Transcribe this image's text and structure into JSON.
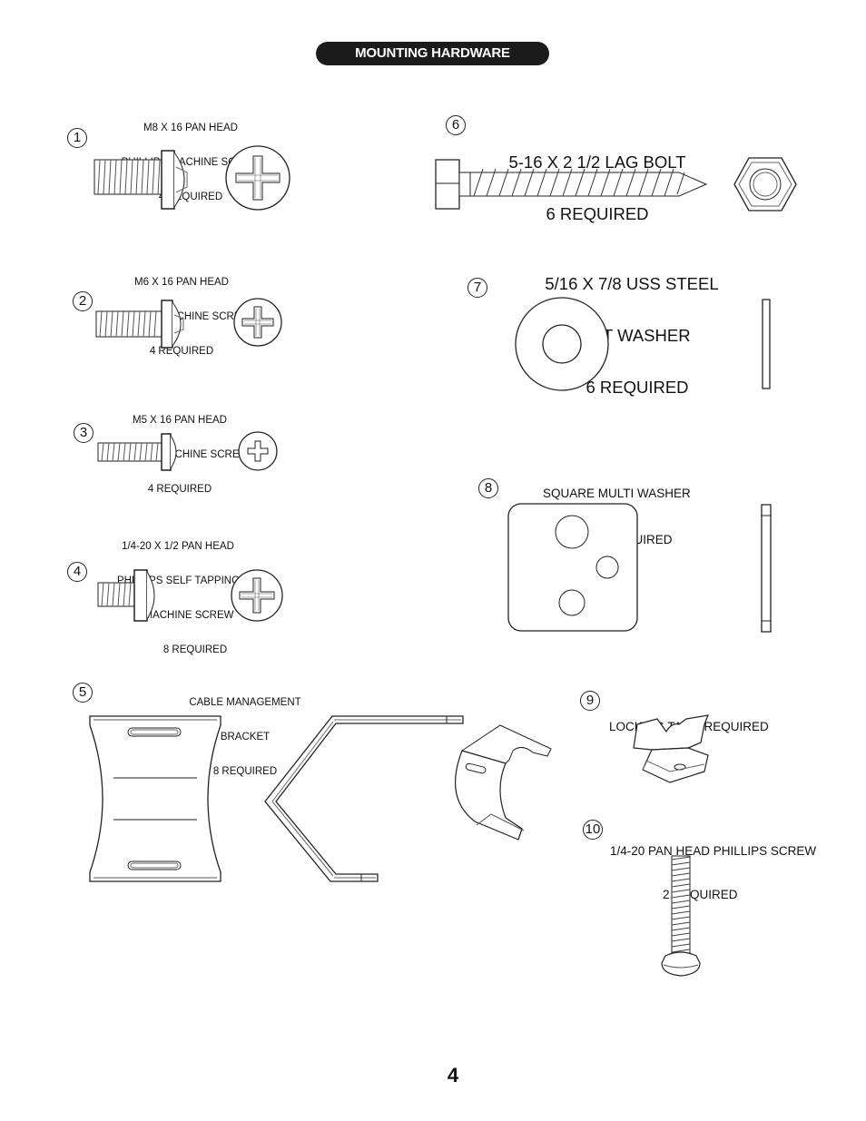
{
  "header": {
    "title": "MOUNTING HARDWARE"
  },
  "items": [
    {
      "number": "1",
      "lines": [
        "M8 X 16 PAN HEAD",
        "PHILLIPS MACHINE SCREW",
        "4 REQUIRED"
      ]
    },
    {
      "number": "2",
      "lines": [
        "M6 X 16 PAN HEAD",
        "PHILLIPS MACHINE SCREW",
        "4 REQUIRED"
      ]
    },
    {
      "number": "3",
      "lines": [
        "M5 X 16 PAN HEAD",
        "PHILLIPS MACHINE SCREW",
        "4 REQUIRED"
      ]
    },
    {
      "number": "4",
      "lines": [
        "1/4-20 X 1/2 PAN HEAD",
        "PHILLIPS SELF TAPPING",
        "MACHINE SCREW",
        "8 REQUIRED"
      ]
    },
    {
      "number": "5",
      "lines": [
        "CABLE MANAGEMENT",
        "BRACKET",
        "8 REQUIRED"
      ]
    },
    {
      "number": "6",
      "lines": [
        "5-16 X 2 1/2 LAG BOLT",
        "6 REQUIRED"
      ]
    },
    {
      "number": "7",
      "lines": [
        "5/16 X 7/8 USS STEEL",
        "FLAT WASHER",
        "6 REQUIRED"
      ]
    },
    {
      "number": "8",
      "lines": [
        "SQUARE MULTI WASHER",
        "4 REQUIRED"
      ]
    },
    {
      "number": "9",
      "lines": [
        "LOCKING TAB 2 REQUIRED"
      ]
    },
    {
      "number": "10",
      "lines": [
        "1/4-20 PAN HEAD PHILLIPS SCREW",
        "2 REQUIRED"
      ]
    }
  ],
  "footer": {
    "page_number": "4"
  }
}
